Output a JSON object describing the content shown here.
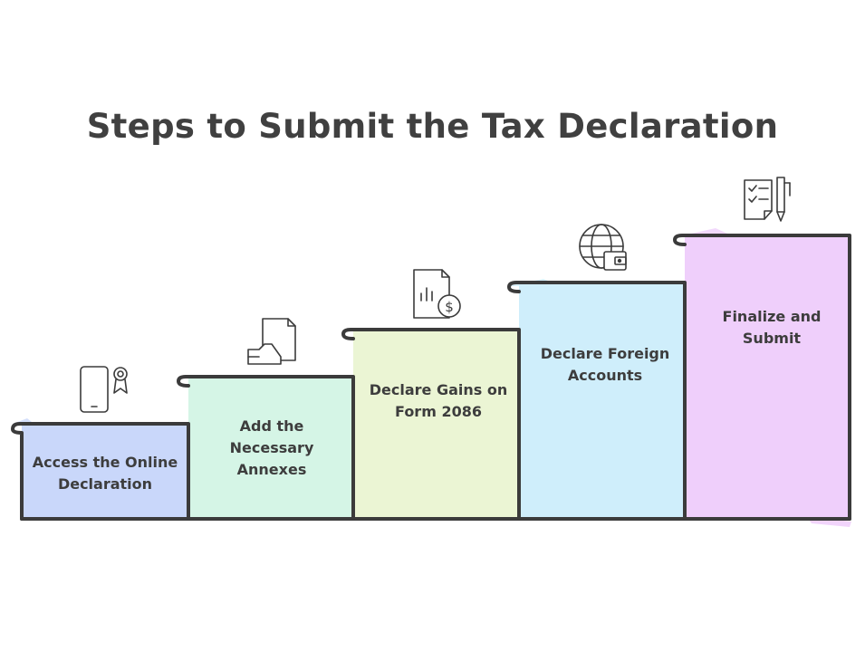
{
  "title": "Steps to Submit the Tax Declaration",
  "steps": [
    {
      "label": "Access the Online Declaration",
      "color": "#c9d7fa",
      "icon": "tablet-with-award-icon"
    },
    {
      "label": "Add the Necessary Annexes",
      "color": "#d5f5e6",
      "icon": "document-with-hand-icon"
    },
    {
      "label": "Declare Gains on Form 2086",
      "color": "#ebf5d4",
      "icon": "document-chart-dollar-icon"
    },
    {
      "label": "Declare Foreign Accounts",
      "color": "#cfeefb",
      "icon": "globe-wallet-icon"
    },
    {
      "label": "Finalize and Submit",
      "color": "#efcffb",
      "icon": "checklist-pen-icon"
    }
  ]
}
